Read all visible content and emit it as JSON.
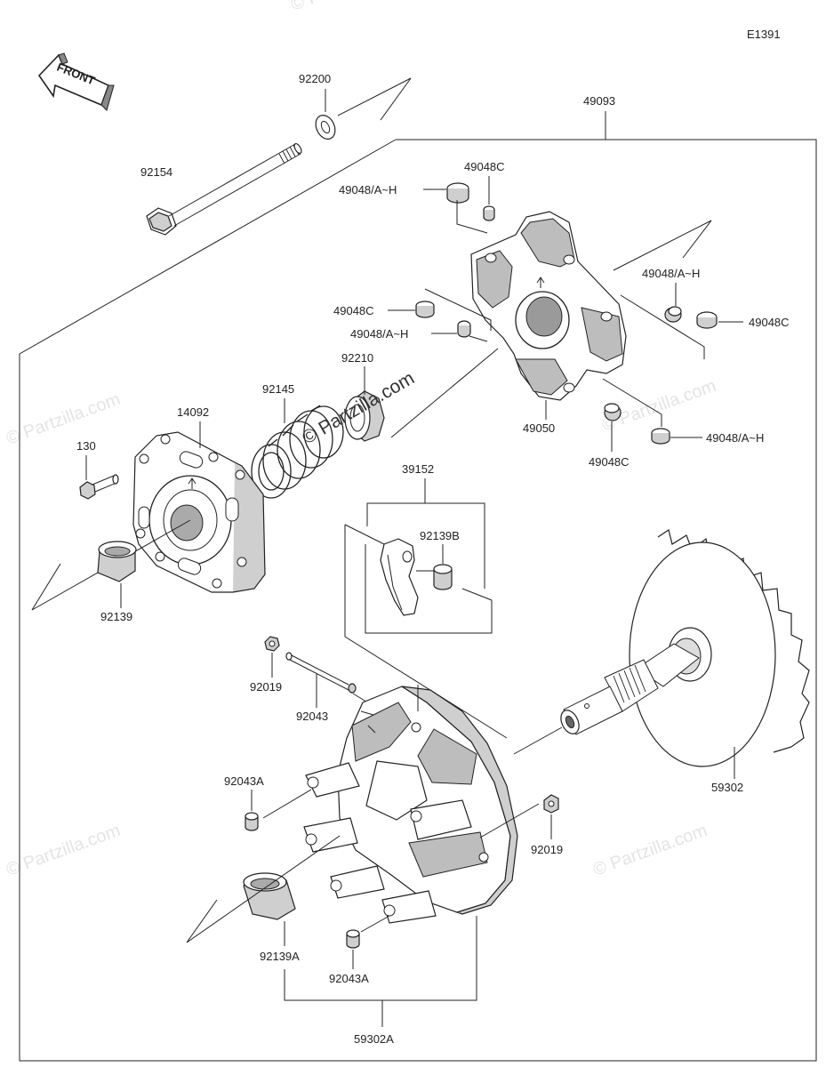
{
  "diagram_code": "E1391",
  "front_label": "FRONT",
  "watermark": "© Partzilla.com",
  "part_labels": {
    "p49093": "49093",
    "p92200": "92200",
    "p92154": "92154",
    "p49048C_a": "49048C",
    "p49048AH_a": "49048/A~H",
    "p49048AH_b": "49048/A~H",
    "p49048C_b": "49048C",
    "p49048C_c": "49048C",
    "p49048AH_c": "49048/A~H",
    "p92210": "92210",
    "p92145": "92145",
    "p14092": "14092",
    "p130": "130",
    "p49050": "49050",
    "p49048C_d": "49048C",
    "p49048AH_d": "49048/A~H",
    "p39152": "39152",
    "p92139B": "92139B",
    "p92139": "92139",
    "p92019_a": "92019",
    "p92043": "92043",
    "p92043A_a": "92043A",
    "p92019_b": "92019",
    "p59302": "59302",
    "p92139A": "92139A",
    "p92043A_b": "92043A",
    "p59302A": "59302A"
  }
}
